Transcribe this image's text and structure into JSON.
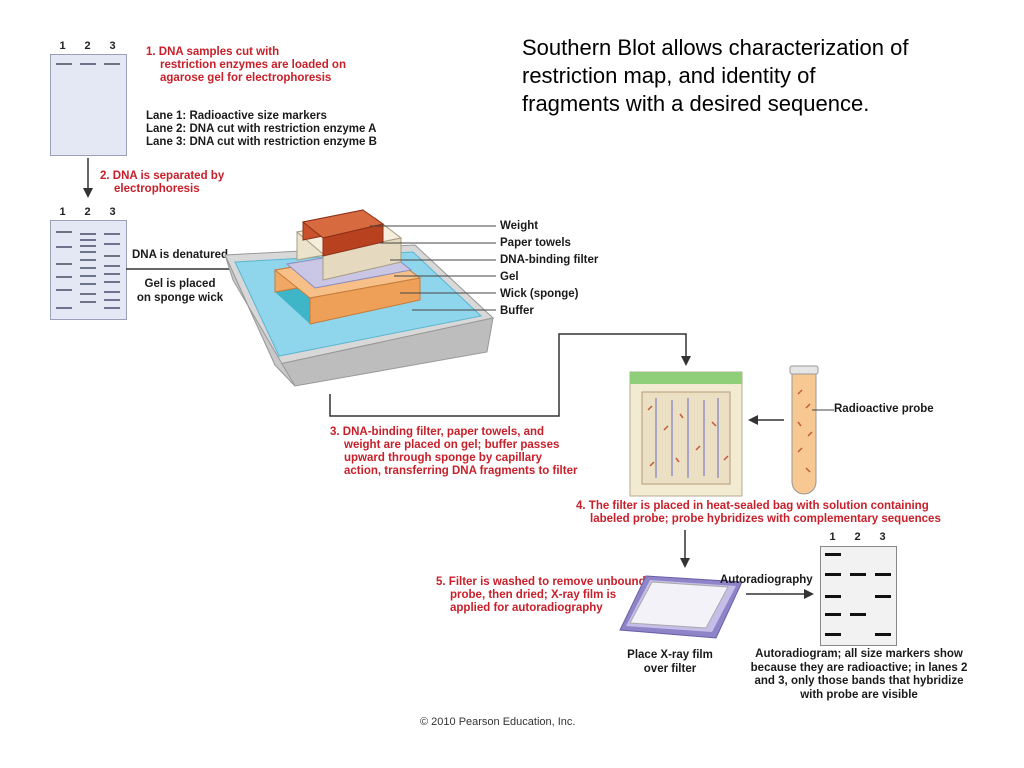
{
  "headline": {
    "line1": "Southern Blot allows characterization of",
    "line2": "restriction map, and identity of",
    "line3": "fragments with a desired sequence."
  },
  "lane_numbers": [
    "1",
    "2",
    "3"
  ],
  "step1": {
    "num": "1.",
    "lines": [
      "DNA samples cut with",
      "restriction enzymes are loaded on",
      "agarose gel for electrophoresis"
    ],
    "lanes": [
      "Lane 1: Radioactive size markers",
      "Lane 2: DNA cut with restriction enzyme A",
      "Lane 3: DNA cut with restriction enzyme B"
    ]
  },
  "step2": {
    "num": "2.",
    "lines": [
      "DNA is separated by",
      "electrophoresis"
    ]
  },
  "denature": {
    "top": "DNA is denatured",
    "bottom1": "Gel is placed",
    "bottom2": "on sponge wick"
  },
  "apparatus_labels": [
    "Weight",
    "Paper towels",
    "DNA-binding filter",
    "Gel",
    "Wick (sponge)",
    "Buffer"
  ],
  "step3": {
    "num": "3.",
    "lines": [
      "DNA-binding filter, paper towels, and",
      "weight are placed on gel; buffer passes",
      "upward through sponge by capillary",
      "action, transferring DNA fragments to filter"
    ]
  },
  "probe_label": "Radioactive probe",
  "step4": {
    "num": "4.",
    "lines": [
      "The filter is placed in heat-sealed bag with solution containing",
      "labeled probe; probe hybridizes with complementary sequences"
    ]
  },
  "step5": {
    "num": "5.",
    "lines": [
      "Filter is washed to remove unbound",
      "probe, then dried; X-ray film is",
      "applied for autoradiography"
    ]
  },
  "autoradiography_label": "Autoradiography",
  "xray": {
    "line1": "Place X-ray film",
    "line2": "over filter"
  },
  "autoradiogram_caption": [
    "Autoradiogram; all size markers show",
    "because they are radioactive; in lanes 2",
    "and 3, only those bands that hybridize",
    "with probe are visible"
  ],
  "copyright": "© 2010 Pearson Education, Inc.",
  "colors": {
    "step_red": "#c8202a",
    "buffer_blue": "#7fd0e8",
    "sponge_orange": "#f0a460",
    "weight_red": "#c9512c"
  }
}
